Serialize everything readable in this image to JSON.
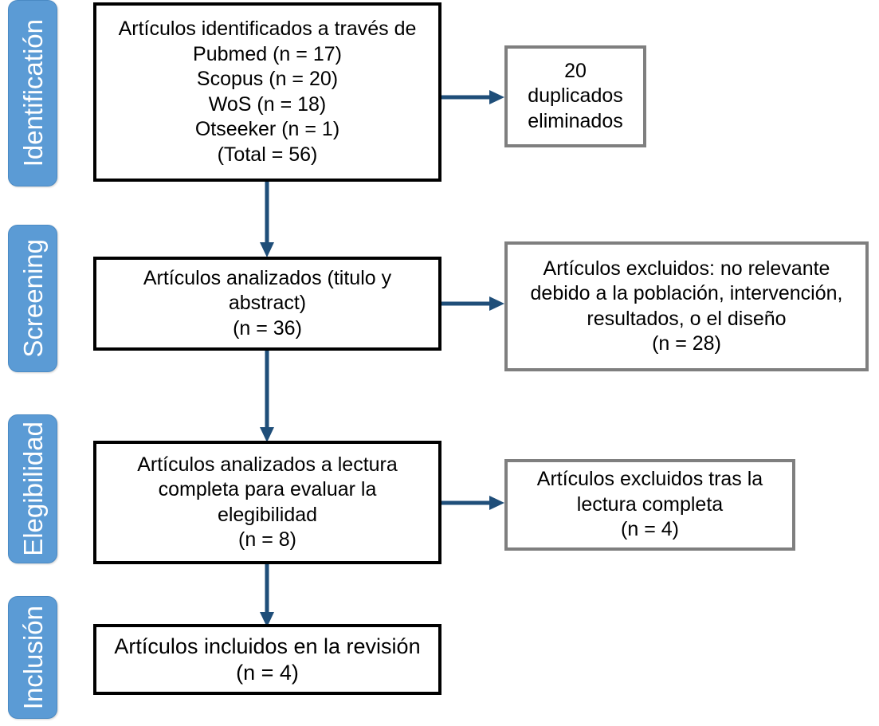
{
  "diagram": {
    "title": "PRISMA flow diagram",
    "colors": {
      "stage_tab_fill": "#5B9BD5",
      "stage_tab_text": "#FFFFFF",
      "primary_box_border": "#000000",
      "secondary_box_border": "#7F7F7F",
      "arrow": "#1F4E79",
      "background": "#FFFFFF"
    }
  },
  "stages": [
    {
      "id": "identification",
      "label": "Identificatión"
    },
    {
      "id": "screening",
      "label": "Screening"
    },
    {
      "id": "eligibility",
      "label": "Elegibilidad"
    },
    {
      "id": "inclusion",
      "label": "Inclusión"
    }
  ],
  "boxes": {
    "identified": {
      "text": "Artículos identificados a través de\nPubmed (n = 17)\nScopus (n = 20)\nWoS (n = 18)\nOtseeker (n = 1)\n(Total = 56)",
      "sources": [
        {
          "name": "Pubmed",
          "n": 17
        },
        {
          "name": "Scopus",
          "n": 20
        },
        {
          "name": "WoS",
          "n": 18
        },
        {
          "name": "Otseeker",
          "n": 1
        }
      ],
      "total": 56
    },
    "duplicates_removed": {
      "text": "20\nduplicados\neliminados",
      "n": 20
    },
    "screened": {
      "text": "Artículos analizados (titulo y\nabstract)\n(n = 36)",
      "n": 36
    },
    "screening_excluded": {
      "text": "Artículos excluidos: no relevante\ndebido a la población, intervención,\nresultados, o el diseño\n(n = 28)",
      "n": 28
    },
    "fulltext_assessed": {
      "text": "Artículos analizados a lectura\ncompleta para evaluar la\nelegibilidad\n(n = 8)",
      "n": 8
    },
    "fulltext_excluded": {
      "text": "Artículos excluidos tras la\nlectura completa\n(n = 4)",
      "n": 4
    },
    "included": {
      "text": "Artículos incluidos en la revisión\n(n = 4)",
      "n": 4
    }
  },
  "connectors": [
    {
      "id": "identified-to-duplicates",
      "direction": "right"
    },
    {
      "id": "identified-to-screened",
      "direction": "down"
    },
    {
      "id": "screened-to-screening-excluded",
      "direction": "right"
    },
    {
      "id": "screened-to-fulltext",
      "direction": "down"
    },
    {
      "id": "fulltext-to-fulltext-excluded",
      "direction": "right"
    },
    {
      "id": "fulltext-to-included",
      "direction": "down"
    }
  ]
}
